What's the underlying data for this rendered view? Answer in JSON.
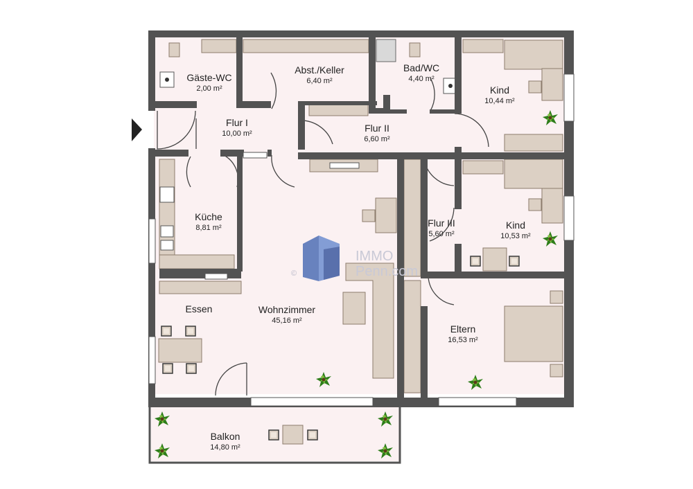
{
  "plan": {
    "rooms": {
      "gaeste_wc": {
        "name": "Gäste-WC",
        "area": "2,00 m²"
      },
      "abst_keller": {
        "name": "Abst./Keller",
        "area": "6,40 m²"
      },
      "bad_wc": {
        "name": "Bad/WC",
        "area": "4,40 m²"
      },
      "kind1": {
        "name": "Kind",
        "area": "10,44 m²"
      },
      "flur1": {
        "name": "Flur I",
        "area": "10,00 m²"
      },
      "flur2": {
        "name": "Flur II",
        "area": "6,60 m²"
      },
      "kueche": {
        "name": "Küche",
        "area": "8,81 m²"
      },
      "flur3": {
        "name": "Flur III",
        "area": "5,60 m²"
      },
      "kind2": {
        "name": "Kind",
        "area": "10,53 m²"
      },
      "essen": {
        "name": "Essen"
      },
      "wohnzimmer": {
        "name": "Wohnzimmer",
        "area": "45,16 m²"
      },
      "eltern": {
        "name": "Eltern",
        "area": "16,53 m²"
      },
      "balkon": {
        "name": "Balkon",
        "area": "14,80 m²"
      }
    },
    "watermark": {
      "line1": "IMMO",
      "line2": "Penn.com",
      "copyright": "©"
    },
    "colors": {
      "wall": "#535353",
      "floor": "#fbf1f2",
      "furniture": "#dcd0c4",
      "furniture_edge": "#8c7c6c",
      "plant": "#2e7d1a",
      "window": "#ffffff",
      "logo": "#4f6fb5"
    }
  }
}
